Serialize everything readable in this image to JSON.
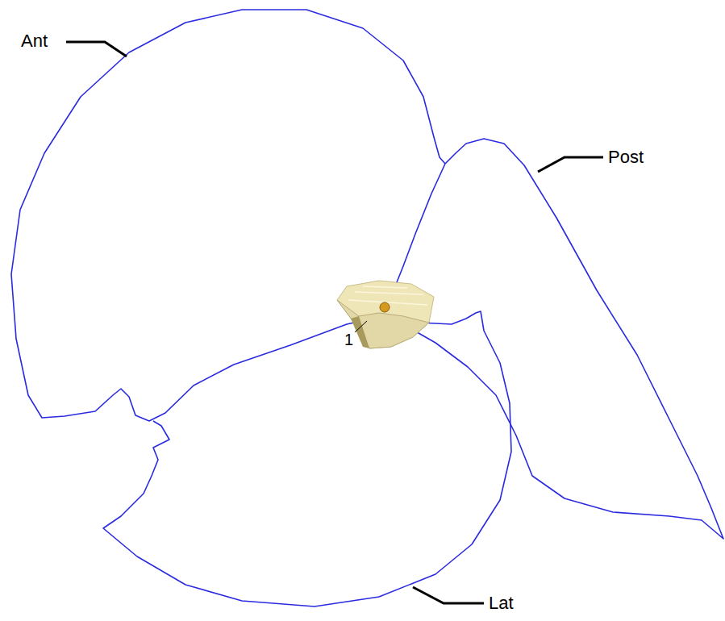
{
  "diagram": {
    "labels": [
      "Ant",
      "Post",
      "Lat",
      "1"
    ]
  }
}
